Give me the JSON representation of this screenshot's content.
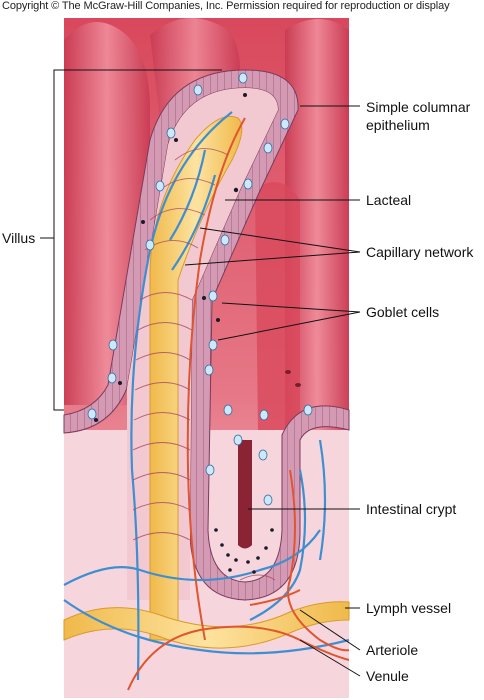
{
  "copyright": "Copyright © The McGraw-Hill Companies, Inc. Permission required for reproduction or display",
  "labels": {
    "villus": "Villus",
    "simple_columnar_1": "Simple columnar",
    "simple_columnar_2": "epithelium",
    "lacteal": "Lacteal",
    "capillary_network": "Capillary network",
    "goblet_cells": "Goblet cells",
    "intestinal_crypt": "Intestinal crypt",
    "lymph_vessel": "Lymph vessel",
    "arteriole": "Arteriole",
    "venule": "Venule"
  },
  "colors": {
    "tissue_pink": "#e36a7a",
    "tissue_light": "#f4b8c2",
    "epithelium": "#c98aa8",
    "lacteal": "#f7cf6e",
    "vein_blue": "#3f8fd0",
    "artery_red": "#e0552f",
    "background_pink": "#f7d9de"
  }
}
